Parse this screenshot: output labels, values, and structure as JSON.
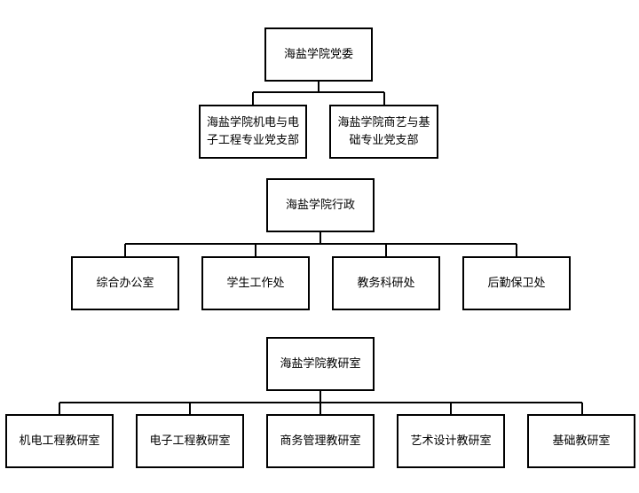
{
  "party": {
    "root": "海盐学院党委",
    "children": [
      "海盐学院机电与电子工程专业党支部",
      "海盐学院商艺与基础专业党支部"
    ]
  },
  "admin": {
    "root": "海盐学院行政",
    "children": [
      "综合办公室",
      "学生工作处",
      "教务科研处",
      "后勤保卫处"
    ]
  },
  "teaching": {
    "root": "海盐学院教研室",
    "children": [
      "机电工程教研室",
      "电子工程教研室",
      "商务管理教研室",
      "艺术设计教研室",
      "基础教研室"
    ]
  }
}
